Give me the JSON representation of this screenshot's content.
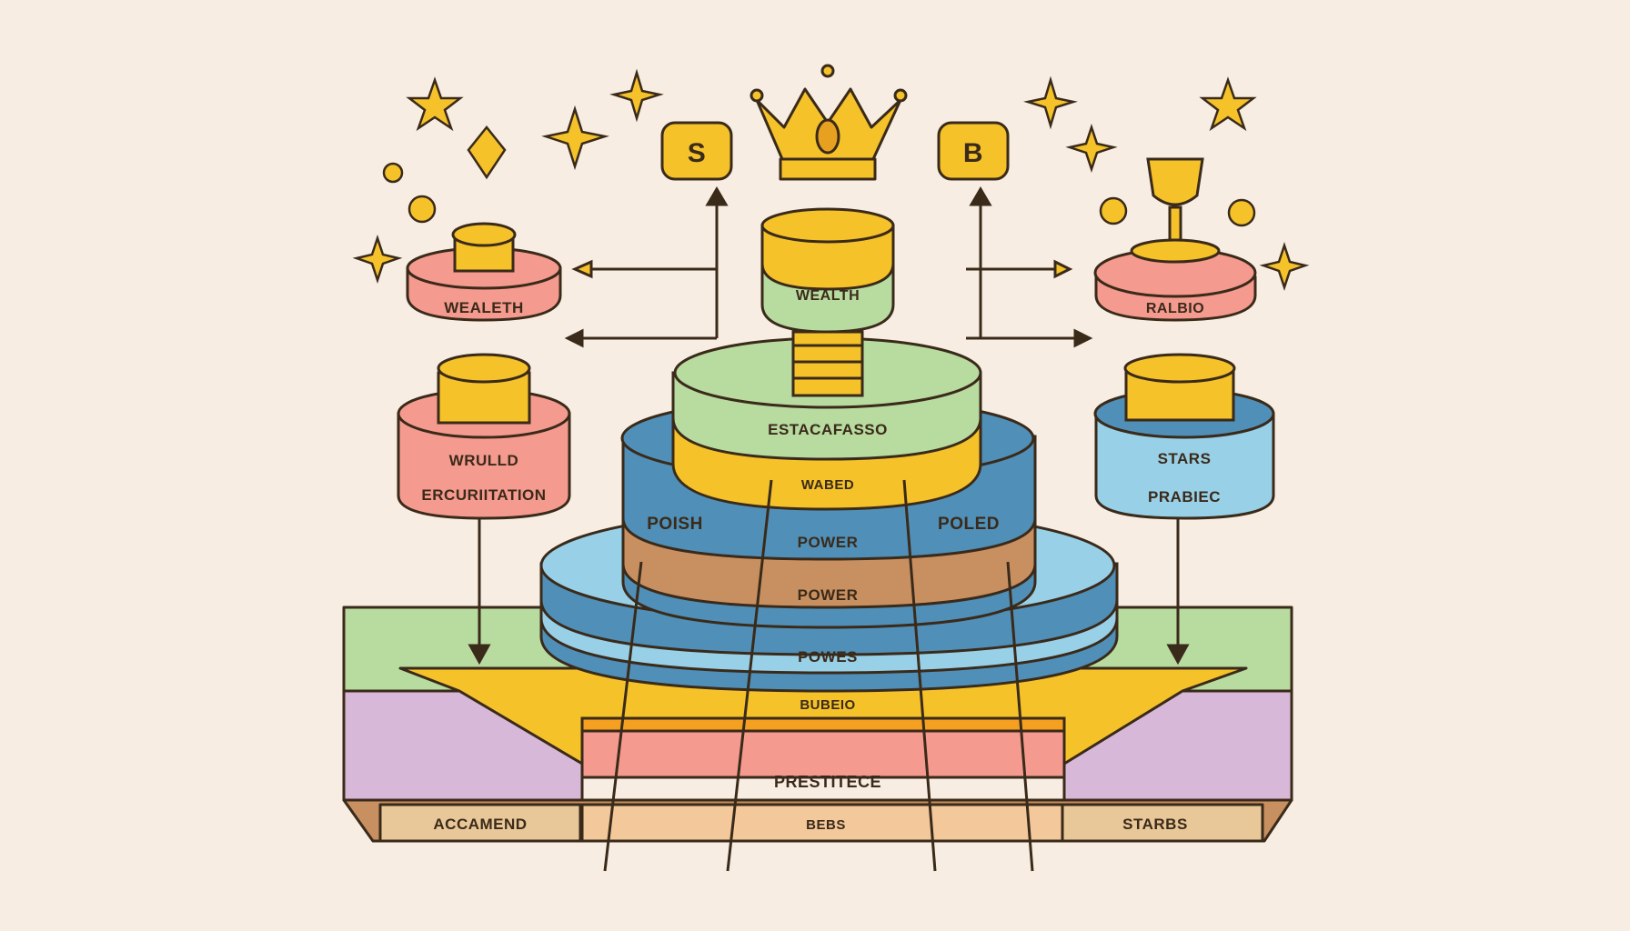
{
  "diagram": {
    "crown_labels": {
      "left_badge": "S",
      "right_badge": "B"
    },
    "top_cylinder": {
      "label": "WEALTH"
    },
    "tiers": [
      {
        "label": "ESTACAFASSO"
      },
      {
        "label": "WABED"
      },
      {
        "label": "POWER"
      },
      {
        "label": "POWER"
      },
      {
        "label": "POWES"
      },
      {
        "label": "BUBEIO"
      },
      {
        "label": "PRESTITECE"
      }
    ],
    "tier_side_labels": {
      "left": "POISH",
      "right": "POLED"
    },
    "left_nodes": [
      {
        "label": "WEALETH"
      },
      {
        "label_line1": "WRULLD",
        "label_line2": "ERCURIITATION"
      }
    ],
    "right_nodes": [
      {
        "label": "RALBIO"
      },
      {
        "label_line1": "STARS",
        "label_line2": "PRABIEC"
      }
    ],
    "base_labels": {
      "left": "ACCAMEND",
      "center": "BEBS",
      "right": "STARBS"
    },
    "colors": {
      "background": "#f8ede2",
      "gold": "#f5c22a",
      "green": "#b8dba0",
      "blue": "#4f8fb8",
      "light_blue": "#98d0e8",
      "pink": "#f59a8f",
      "brown": "#c89060",
      "lilac": "#d8b8d8",
      "outline": "#3a2a1a"
    }
  }
}
